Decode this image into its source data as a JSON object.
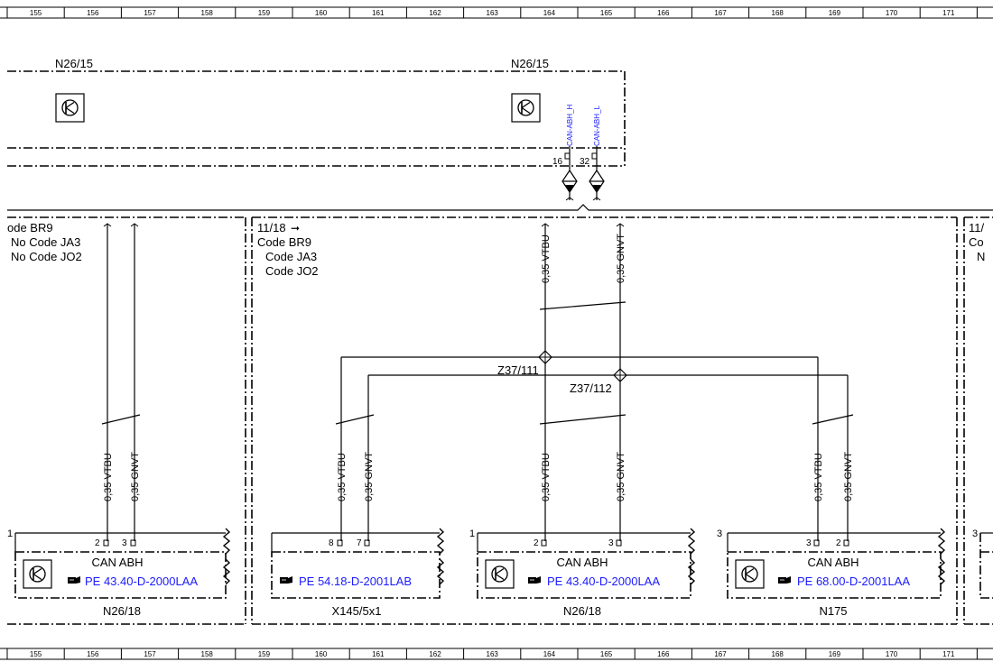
{
  "ruler": {
    "columns": [
      "155",
      "156",
      "157",
      "158",
      "159",
      "160",
      "161",
      "162",
      "163",
      "164",
      "165",
      "166",
      "167",
      "168",
      "169",
      "170",
      "171",
      "1"
    ]
  },
  "top_module": {
    "label_left": "N26/15",
    "label_right": "N26/15",
    "pins": [
      {
        "number": "16",
        "signal": "CAN-ABH_H"
      },
      {
        "number": "32",
        "signal": "CAN-ABH_L"
      }
    ]
  },
  "left_panel": {
    "codes": [
      "ode BR9",
      "No Code JA3",
      "No Code JO2"
    ],
    "wires": [
      "0,35 VTBU",
      "0,35 GNVT"
    ],
    "connector_ref": "1",
    "pins": [
      "2",
      "3"
    ],
    "bus_name": "CAN ABH",
    "doc_ref": "PE 43.40-D-2000LAA",
    "component": "N26/18"
  },
  "center_panel": {
    "arrow_ref": "11/18",
    "codes": [
      "Code BR9",
      "Code JA3",
      "Code JO2"
    ],
    "top_wires": [
      "0,35 VTBU",
      "0,35 GNVT"
    ],
    "splices": [
      "Z37/111",
      "Z37/112"
    ],
    "modules": [
      {
        "connector_ref": "",
        "pins": [
          "8",
          "7"
        ],
        "wires": [
          "0,35 VTBU",
          "0,35 GNVT"
        ],
        "bus_name": "",
        "doc_ref": "PE 54.18-D-2001LAB",
        "component": "X145/5x1"
      },
      {
        "connector_ref": "1",
        "pins": [
          "2",
          "3"
        ],
        "wires": [
          "0,35 VTBU",
          "0,35 GNVT"
        ],
        "bus_name": "CAN ABH",
        "doc_ref": "PE 43.40-D-2000LAA",
        "component": "N26/18"
      },
      {
        "connector_ref": "3",
        "pins": [
          "3",
          "2"
        ],
        "wires": [
          "0,35 VTBU",
          "0,35 GNVT"
        ],
        "bus_name": "CAN ABH",
        "doc_ref": "PE 68.00-D-2001LAA",
        "component": "N175"
      }
    ]
  },
  "right_panel": {
    "ref": "11/",
    "codes": [
      "Co",
      "N"
    ],
    "connector_ref": "3"
  }
}
